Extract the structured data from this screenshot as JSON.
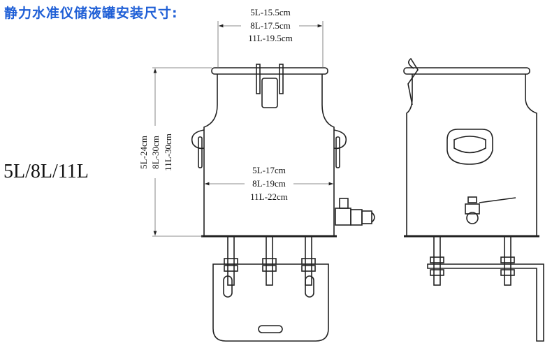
{
  "title": "静力水准仪储液罐安装尺寸:",
  "models": "5L/8L/11L",
  "dimensions": {
    "top_diameter": [
      "5L-15.5cm",
      "8L-17.5cm",
      "11L-19.5cm"
    ],
    "height": [
      "5L-24cm",
      "8L-30cm",
      "11L-30cm"
    ],
    "body_diameter": [
      "5L-17cm",
      "8L-19cm",
      "11L-22cm"
    ]
  },
  "colors": {
    "title": "#1f5fd6"
  }
}
